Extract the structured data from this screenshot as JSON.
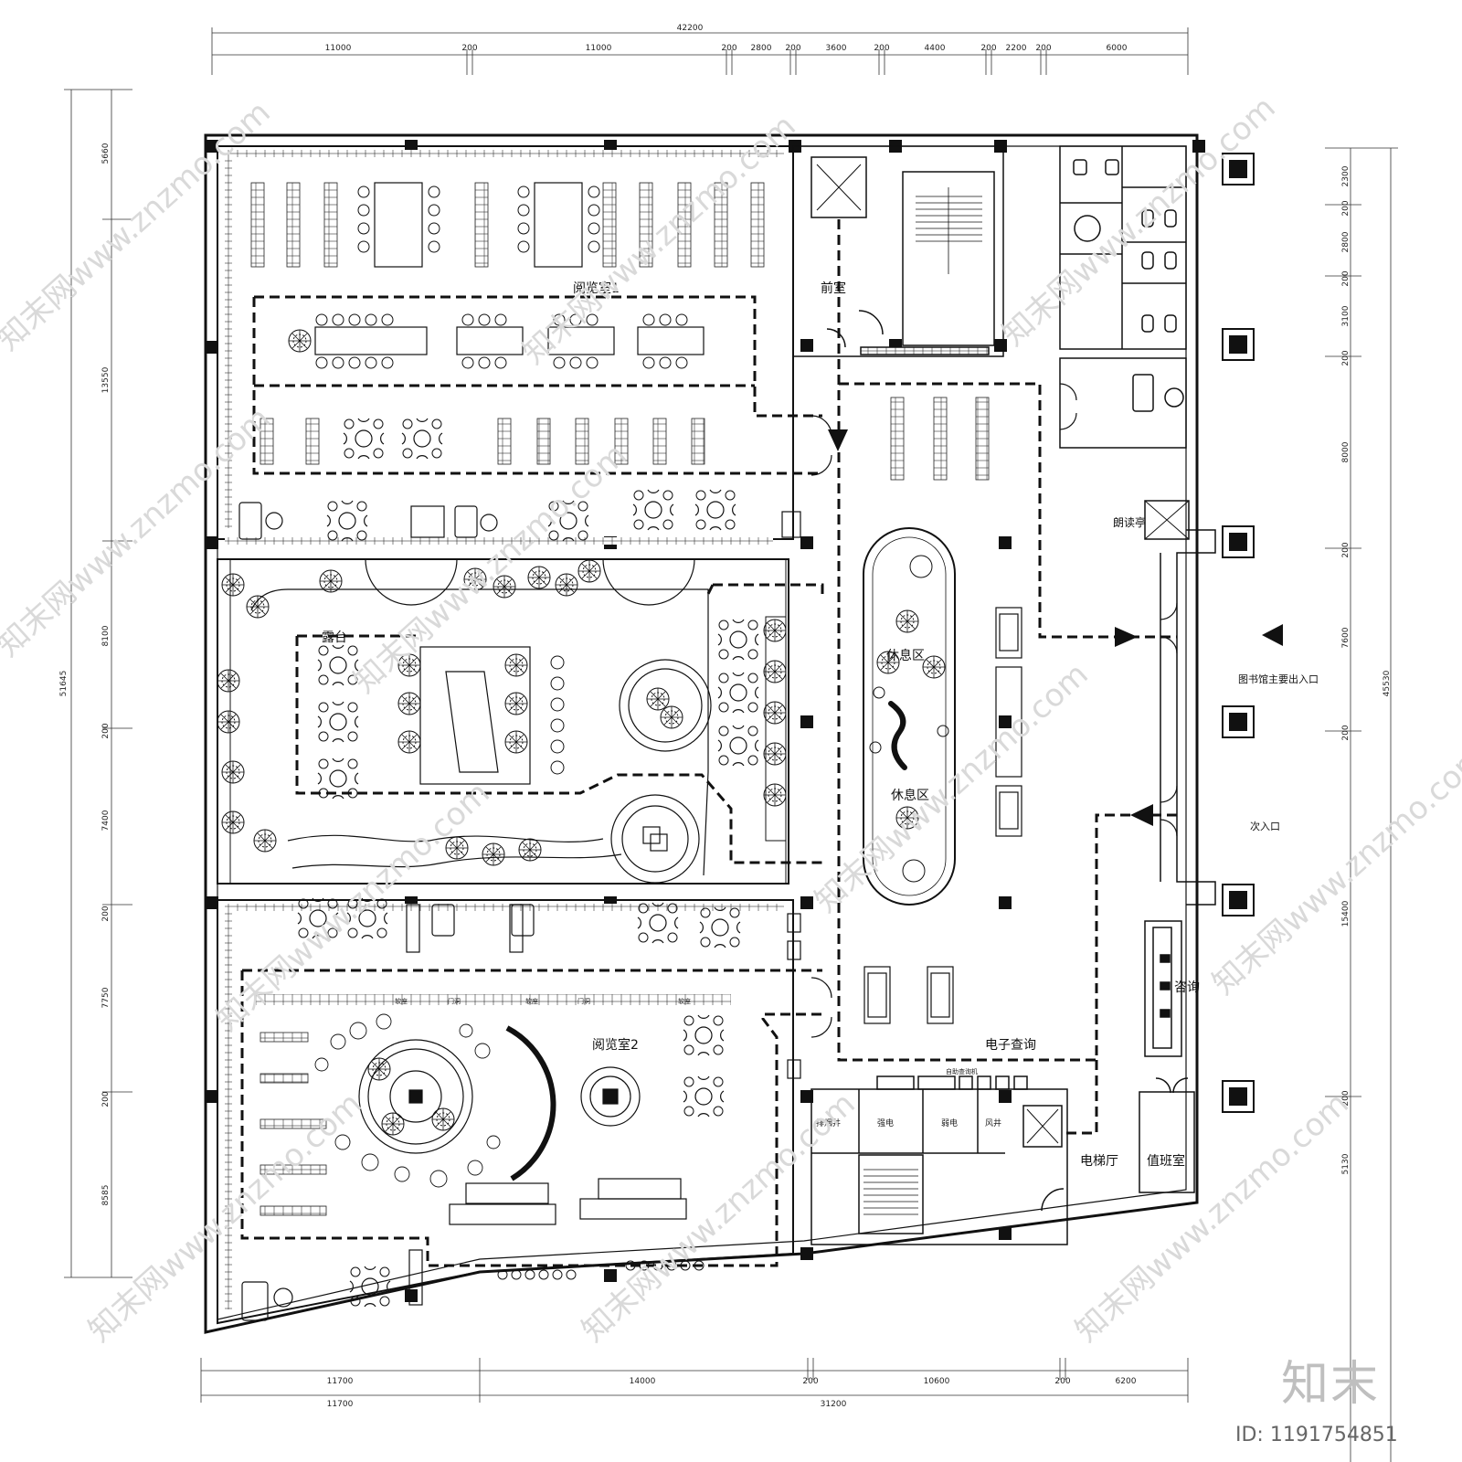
{
  "dimensions": {
    "top_total": "42200",
    "top": [
      "11000",
      "200",
      "11000",
      "200",
      "2800",
      "200",
      "3600",
      "200",
      "4400",
      "200",
      "2200",
      "200",
      "6000"
    ],
    "left_total": "51645",
    "left": [
      "5660",
      "13550",
      "8100",
      "200",
      "7400",
      "200",
      "7750",
      "200",
      "8585"
    ],
    "right_total": "45530",
    "right": [
      "2300",
      "200",
      "2800",
      "200",
      "3100",
      "200",
      "8000",
      "200",
      "7600",
      "200",
      "15400",
      "200",
      "5130"
    ],
    "bottom_row1": [
      "11700",
      "14000",
      "200",
      "10600",
      "200",
      "6200"
    ],
    "bottom_row2": [
      "11700",
      "31200"
    ]
  },
  "rooms": {
    "reading_room_1": "阅览室1",
    "anteroom": "前室",
    "terrace": "露台",
    "rest_area_1": "休息区",
    "rest_area_2": "休息区",
    "reading_pavilion": "朗读亭",
    "main_entrance": "图书馆主要出入口",
    "secondary_entrance": "次入口",
    "consultation": "咨询",
    "e_query": "电子查询",
    "reading_room_2": "阅览室2",
    "elevator_hall": "电梯厅",
    "duty_room": "值班室",
    "self_service_kiosk": "自助查询机",
    "strong_current": "强电",
    "weak_current": "弱电",
    "air_shaft": "风井",
    "smoke_shaft": "排烟井"
  },
  "shelf_labels": [
    "软座",
    "门洞",
    "软座",
    "门洞",
    "软座"
  ],
  "watermark": "知末网www.znzmo.com",
  "brand": "知末",
  "image_id": "ID: 1191754851"
}
